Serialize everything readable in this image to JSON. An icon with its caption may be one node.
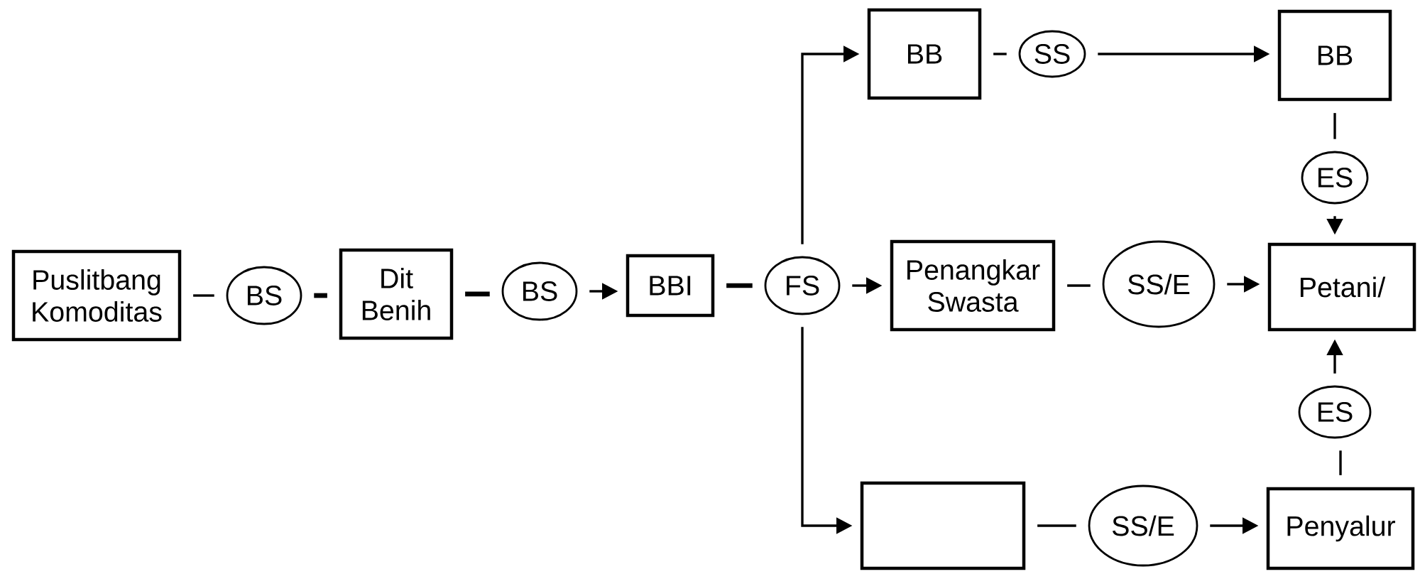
{
  "diagram": {
    "nodes": [
      {
        "text": [
          "Puslitbang Komoditas"
        ]
      },
      {
        "text": [
          "BS"
        ]
      },
      {
        "text": [
          "Dit Benih"
        ]
      },
      {
        "text": [
          "BS"
        ]
      },
      {
        "text": [
          "BBI"
        ]
      },
      {
        "text": [
          "FS"
        ]
      },
      {
        "text": [
          "BB"
        ]
      },
      {
        "text": [
          "SS"
        ]
      },
      {
        "text": [
          "BB"
        ]
      },
      {
        "text": [
          "ES"
        ]
      },
      {
        "text": [
          "Penangkar Swasta"
        ]
      },
      {
        "text": [
          "SS/E"
        ]
      },
      {
        "text": [
          "Petani/"
        ]
      },
      {
        "text": [
          "ES"
        ]
      },
      {
        "text": [],
        "shape": "box"
      },
      {
        "text": [
          "SS/E"
        ]
      },
      {
        "text": [
          "Penyalur"
        ]
      }
    ],
    "edges": [
      {
        "from": 0,
        "to": 1,
        "arrow": "none"
      },
      {
        "from": 1,
        "to": 2,
        "arrow": "none",
        "style": "thick"
      },
      {
        "from": 2,
        "to": 3,
        "arrow": "none",
        "style": "thick"
      },
      {
        "from": 3,
        "to": 4,
        "arrow": "to"
      },
      {
        "from": 4,
        "to": 5,
        "arrow": "none",
        "style": "thick"
      },
      {
        "from": 5,
        "to": 6,
        "arrow": "to"
      },
      {
        "from": 5,
        "to": 10,
        "arrow": "to"
      },
      {
        "from": 5,
        "to": 14,
        "arrow": "to"
      },
      {
        "from": 6,
        "to": 7,
        "arrow": "none"
      },
      {
        "from": 7,
        "to": 8,
        "arrow": "to"
      },
      {
        "from": 8,
        "to": 9,
        "arrow": "none"
      },
      {
        "from": 9,
        "to": 12,
        "arrow": "to"
      },
      {
        "from": 10,
        "to": 11,
        "arrow": "none"
      },
      {
        "from": 11,
        "to": 12,
        "arrow": "to"
      },
      {
        "from": 14,
        "to": 15,
        "arrow": "none"
      },
      {
        "from": 15,
        "to": 16,
        "arrow": "to"
      },
      {
        "from": 16,
        "to": 13,
        "arrow": "none"
      },
      {
        "from": 13,
        "to": 12,
        "arrow": "to"
      }
    ]
  }
}
